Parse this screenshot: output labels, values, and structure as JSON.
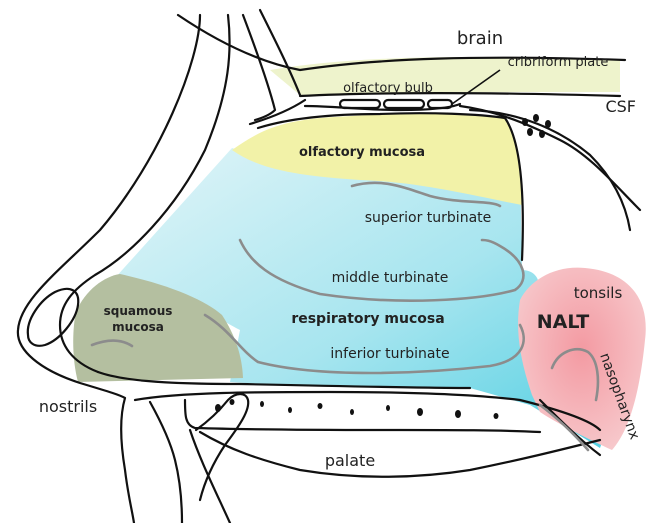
{
  "labels": {
    "brain": "brain",
    "cribriform_plate": "cribriform plate",
    "olfactory_bulb": "olfactory bulb",
    "csf": "CSF",
    "olfactory_mucosa": "olfactory mucosa",
    "superior_turbinate": "superior  turbinate",
    "middle_turbinate": "middle turbinate",
    "tonsils": "tonsils",
    "squamous_mucosa_line1": "squamous",
    "squamous_mucosa_line2": "mucosa",
    "respiratory_mucosa": "respiratory mucosa",
    "nalt": "NALT",
    "inferior_turbinate": "inferior turbinate",
    "nasopharynx": "nasopharynx",
    "nostrils": "nostrils",
    "palate": "palate"
  },
  "colors": {
    "olfactory_region": "#f2f2a8",
    "respiratory_region_light": "#d4f1f6",
    "respiratory_region_dark": "#5cd3e4",
    "squamous_region": "#b4bfa0",
    "nalt_region": "#f4a6ad",
    "brain_band": "#eef3cc",
    "outline": "#111111",
    "turbinate_line": "#8c8c8c"
  }
}
